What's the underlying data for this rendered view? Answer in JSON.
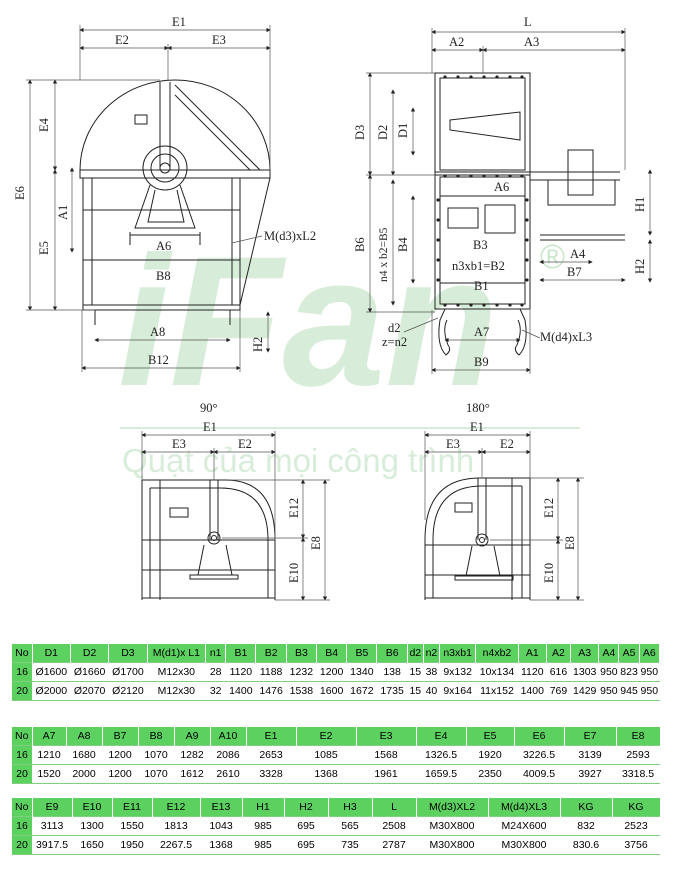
{
  "watermark": {
    "logo": "iFan",
    "registered": "®",
    "slogan": "Quạt của mọi công trình"
  },
  "drawing": {
    "side_view": {
      "dims": [
        "E1",
        "E2",
        "E3",
        "E4",
        "E6",
        "E5",
        "A1",
        "A6",
        "B8",
        "M(d3)xL2",
        "A8",
        "B12",
        "H2"
      ]
    },
    "front_view": {
      "dims": [
        "L",
        "A2",
        "A3",
        "D3",
        "D2",
        "D1",
        "A6",
        "H1",
        "B6",
        "n4 x b2=B5",
        "B4",
        "B3",
        "n3xb1=B2",
        "A4",
        "B7",
        "H2",
        "B1",
        "d2",
        "z=n2",
        "A7",
        "M(d4)xL3",
        "B9"
      ]
    },
    "view_90": {
      "angle": "90°",
      "dims": [
        "E1",
        "E3",
        "E2",
        "E12",
        "E8",
        "E10"
      ]
    },
    "view_180": {
      "angle": "180°",
      "dims": [
        "E1",
        "E3",
        "E2",
        "E12",
        "E8",
        "E10"
      ]
    }
  },
  "tables": [
    {
      "headers": [
        "No",
        "D1",
        "D2",
        "D3",
        "M(d1)x L1",
        "n1",
        "B1",
        "B2",
        "B3",
        "B4",
        "B5",
        "B6",
        "d2",
        "n2",
        "n3xb1",
        "n4xb2",
        "A1",
        "A2",
        "A3",
        "A4",
        "A5",
        "A6"
      ],
      "rows": [
        [
          "16",
          "Ø1600",
          "Ø1660",
          "Ø1700",
          "M12x30",
          "28",
          "1120",
          "1188",
          "1232",
          "1200",
          "1340",
          "138",
          "15",
          "38",
          "9x132",
          "10x134",
          "1120",
          "616",
          "1303",
          "950",
          "823",
          "950"
        ],
        [
          "20",
          "Ø2000",
          "Ø2070",
          "Ø2120",
          "M12x30",
          "32",
          "1400",
          "1476",
          "1538",
          "1600",
          "1672",
          "1735",
          "15",
          "40",
          "9x164",
          "11x152",
          "1400",
          "769",
          "1429",
          "950",
          "945",
          "950"
        ]
      ]
    },
    {
      "headers": [
        "No",
        "A7",
        "A8",
        "B7",
        "B8",
        "A9",
        "A10",
        "E1",
        "E2",
        "E3",
        "E4",
        "E5",
        "E6",
        "E7",
        "E8"
      ],
      "rows": [
        [
          "16",
          "1210",
          "1680",
          "1200",
          "1070",
          "1282",
          "2086",
          "2653",
          "1085",
          "1568",
          "1326.5",
          "1920",
          "3226.5",
          "3139",
          "2593"
        ],
        [
          "20",
          "1520",
          "2000",
          "1200",
          "1070",
          "1612",
          "2610",
          "3328",
          "1368",
          "1961",
          "1659.5",
          "2350",
          "4009.5",
          "3927",
          "3318.5"
        ]
      ]
    },
    {
      "headers": [
        "No",
        "E9",
        "E10",
        "E11",
        "E12",
        "E13",
        "H1",
        "H2",
        "H3",
        "L",
        "M(d3)XL2",
        "M(d4)XL3",
        "KG",
        "KG"
      ],
      "rows": [
        [
          "16",
          "3113",
          "1300",
          "1550",
          "1813",
          "1043",
          "985",
          "695",
          "565",
          "2508",
          "M30X800",
          "M24X600",
          "832",
          "2523"
        ],
        [
          "20",
          "3917.5",
          "1650",
          "1950",
          "2267.5",
          "1368",
          "985",
          "695",
          "735",
          "2787",
          "M30X800",
          "M30X800",
          "830.6",
          "3756"
        ]
      ]
    }
  ]
}
